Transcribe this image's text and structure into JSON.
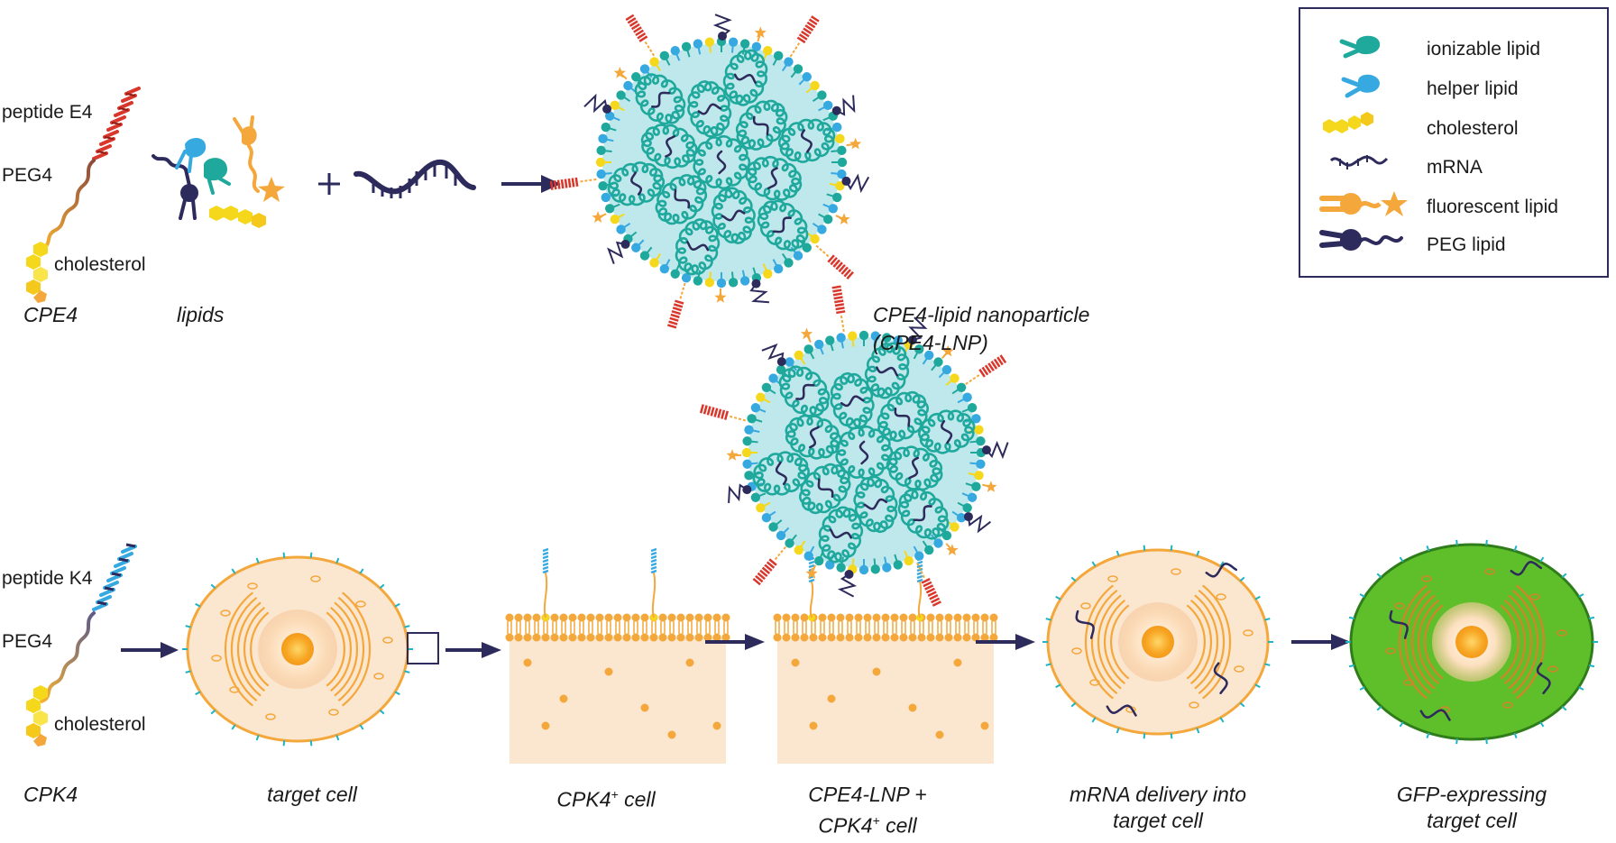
{
  "cpe4": {
    "peptide_label": "peptide E4",
    "peg_label": "PEG4",
    "chol_label": "cholesterol",
    "caption": "CPE4"
  },
  "lipids": {
    "caption": "lipids"
  },
  "symbols": {
    "plus": "+"
  },
  "lnp": {
    "caption_line1": "CPE4-lipid nanoparticle",
    "caption_line2": "(CPE4-LNP)"
  },
  "legend": {
    "items": [
      {
        "label": "ionizable lipid",
        "icon": "ionizable-lipid-icon",
        "color": "#1fa89c"
      },
      {
        "label": "helper lipid",
        "icon": "helper-lipid-icon",
        "color": "#36a9e1"
      },
      {
        "label": "cholesterol",
        "icon": "cholesterol-icon",
        "color": "#f5d81c"
      },
      {
        "label": "mRNA",
        "icon": "mrna-icon",
        "color": "#2d2a5c"
      },
      {
        "label": "fluorescent lipid",
        "icon": "fluorescent-lipid-icon",
        "color": "#f4a73a"
      },
      {
        "label": "PEG lipid",
        "icon": "peg-lipid-icon",
        "color": "#2d2a5c"
      }
    ]
  },
  "cpk4": {
    "peptide_label": "peptide K4",
    "peg_label": "PEG4",
    "chol_label": "cholesterol",
    "caption": "CPK4"
  },
  "steps": {
    "target_cell": "target cell",
    "cpk4_cell": "CPK4",
    "cpk4_cell_sup": "+",
    "cpk4_cell_suffix": " cell",
    "complex_line1": "CPE4-LNP +",
    "complex_line2": "CPK4",
    "complex_line2_sup": "+",
    "complex_line2_suffix": " cell",
    "delivery_line1": "mRNA delivery into",
    "delivery_line2": "target cell",
    "gfp_line1": "GFP-expressing",
    "gfp_line2": "target cell"
  },
  "colors": {
    "navy": "#2d2a5c",
    "orange": "#f4a73a",
    "teal": "#1fa89c",
    "blue": "#36a9e1",
    "yellow": "#f5d81c",
    "red": "#d9372b",
    "cell_fill": "#fbe6d0",
    "lnp_fill": "#bfe8ec",
    "gfp_green": "#5fbf2a"
  }
}
